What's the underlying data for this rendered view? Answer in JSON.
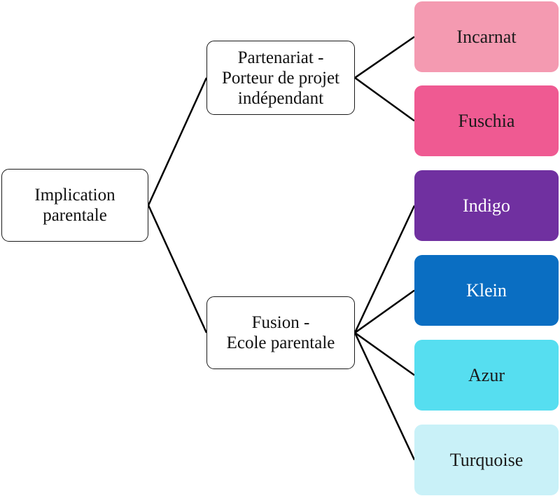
{
  "root": {
    "label": "Implication\nparentale"
  },
  "branches": [
    {
      "label": "Partenariat -\nPorteur de projet\nindépendant",
      "leaves": [
        {
          "label": "Incarnat",
          "fill": "#f49ab1",
          "text": "#1a1a1a"
        },
        {
          "label": "Fuschia",
          "fill": "#ef5a92",
          "text": "#1a1a1a"
        }
      ]
    },
    {
      "label": "Fusion -\nEcole parentale",
      "leaves": [
        {
          "label": "Indigo",
          "fill": "#7030a0",
          "text": "#ffffff"
        },
        {
          "label": "Klein",
          "fill": "#0a6ec2",
          "text": "#ffffff"
        },
        {
          "label": "Azur",
          "fill": "#56def0",
          "text": "#1a1a1a"
        },
        {
          "label": "Turquoise",
          "fill": "#c9f1f8",
          "text": "#1a1a1a"
        }
      ]
    }
  ],
  "colors": {
    "connector": "#000000",
    "box_border": "#1a1a1a"
  }
}
